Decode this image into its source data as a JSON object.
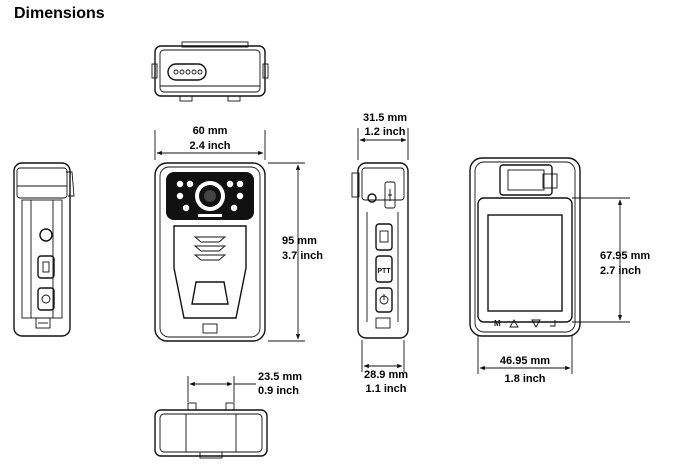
{
  "title": "Dimensions",
  "dimensions": {
    "front_width_mm": "60 mm",
    "front_width_in": "2.4 inch",
    "front_height_mm": "95 mm",
    "front_height_in": "3.7 inch",
    "side_depth_mm": "31.5 mm",
    "side_depth_in": "1.2 inch",
    "side_bottom_mm": "28.9 mm",
    "side_bottom_in": "1.1 inch",
    "bottom_width_mm": "23.5 mm",
    "bottom_width_in": "0.9 inch",
    "screen_height_mm": "67.95 mm",
    "screen_height_in": "2.7 inch",
    "screen_width_mm": "46.95 mm",
    "screen_width_in": "1.8 inch"
  },
  "device_labels": {
    "ptt": "PTT",
    "key_m": "M"
  }
}
